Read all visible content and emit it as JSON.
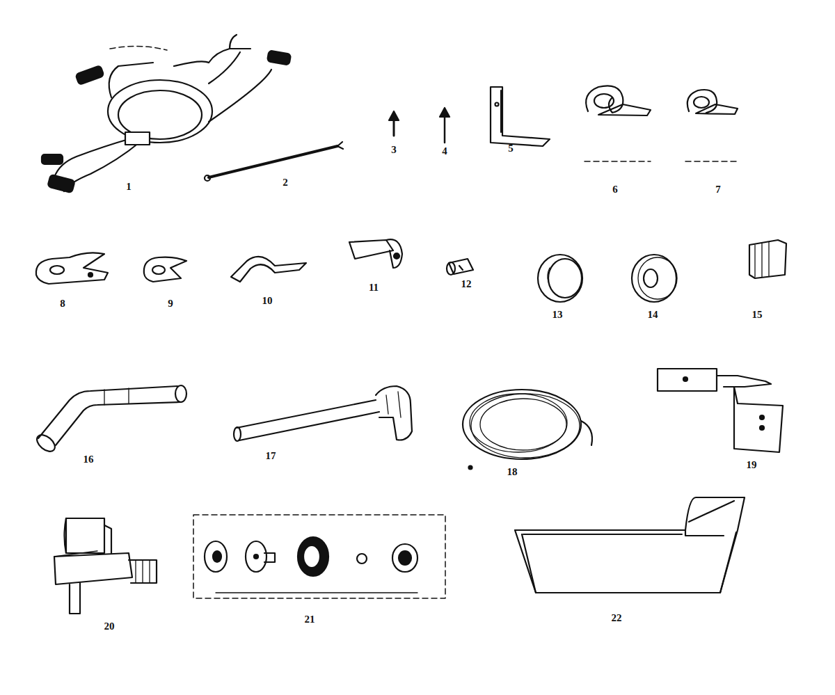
{
  "diagram": {
    "labels": [
      "1",
      "2",
      "3",
      "4",
      "5",
      "6",
      "7",
      "8",
      "9",
      "10",
      "11",
      "12",
      "13",
      "14",
      "15",
      "16",
      "17",
      "18",
      "19",
      "20",
      "21",
      "22"
    ]
  }
}
